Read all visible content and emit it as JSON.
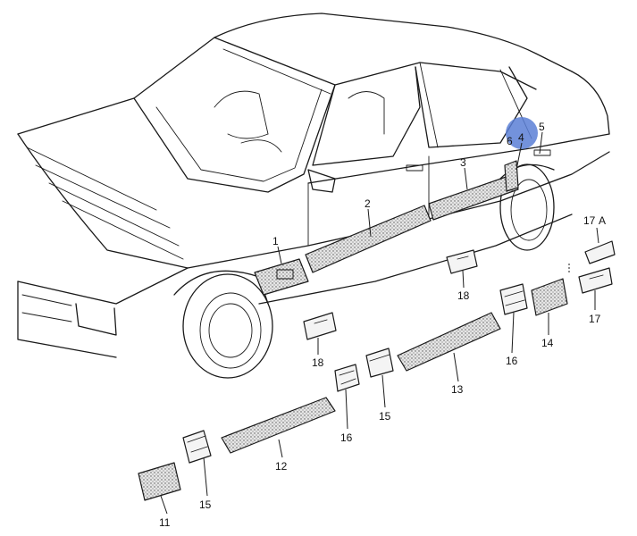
{
  "callouts": [
    {
      "id": "c1",
      "text": "1"
    },
    {
      "id": "c2",
      "text": "2"
    },
    {
      "id": "c3",
      "text": "3"
    },
    {
      "id": "c4",
      "text": "4"
    },
    {
      "id": "c5",
      "text": "5"
    },
    {
      "id": "c6",
      "text": "6"
    },
    {
      "id": "c11",
      "text": "11"
    },
    {
      "id": "c12",
      "text": "12"
    },
    {
      "id": "c13",
      "text": "13"
    },
    {
      "id": "c14",
      "text": "14"
    },
    {
      "id": "c15a",
      "text": "15"
    },
    {
      "id": "c15b",
      "text": "15"
    },
    {
      "id": "c16a",
      "text": "16"
    },
    {
      "id": "c16b",
      "text": "16"
    },
    {
      "id": "c17",
      "text": "17"
    },
    {
      "id": "c17a",
      "text": "17"
    },
    {
      "id": "cA",
      "text": "A"
    },
    {
      "id": "c18a",
      "text": "18"
    },
    {
      "id": "c18b",
      "text": "18"
    }
  ],
  "highlight_color": "#5b7fd6"
}
